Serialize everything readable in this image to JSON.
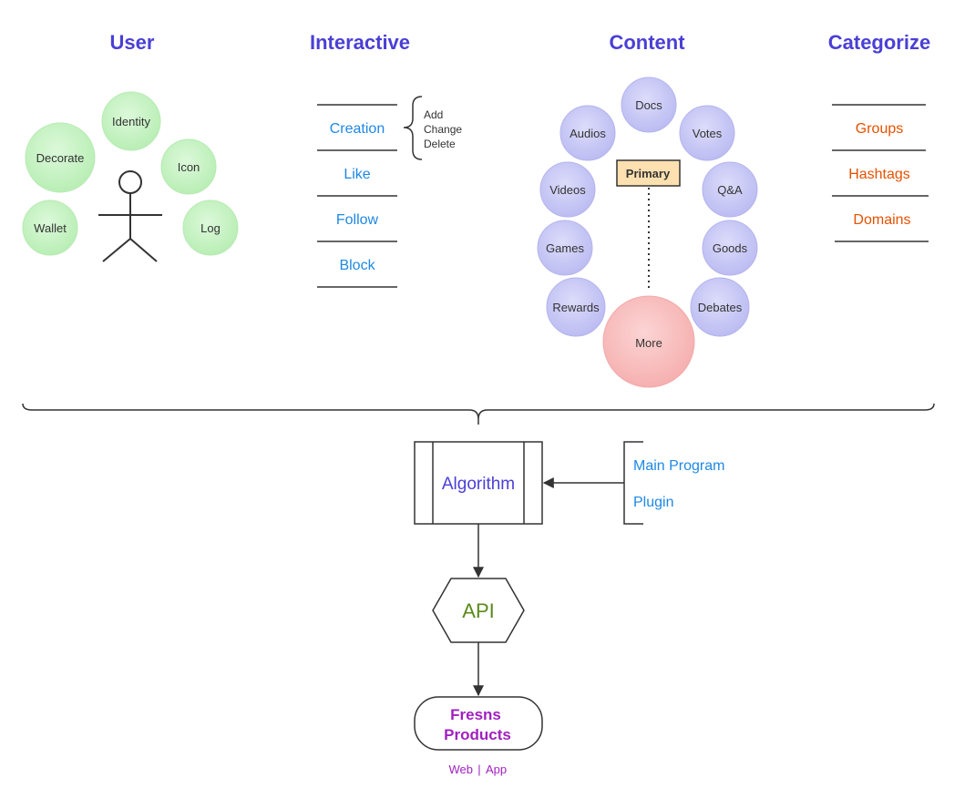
{
  "headers": {
    "user": "User",
    "interactive": "Interactive",
    "content": "Content",
    "categorize": "Categorize"
  },
  "user": {
    "bubbles": [
      {
        "key": "identity",
        "label": "Identity"
      },
      {
        "key": "decorate",
        "label": "Decorate"
      },
      {
        "key": "icon",
        "label": "Icon"
      },
      {
        "key": "wallet",
        "label": "Wallet"
      },
      {
        "key": "log",
        "label": "Log"
      }
    ]
  },
  "interactive": {
    "items": [
      {
        "key": "creation",
        "label": "Creation"
      },
      {
        "key": "like",
        "label": "Like"
      },
      {
        "key": "follow",
        "label": "Follow"
      },
      {
        "key": "block",
        "label": "Block"
      }
    ],
    "creation_ops": [
      "Add",
      "Change",
      "Delete"
    ]
  },
  "content": {
    "primary": "Primary",
    "more": "More",
    "bubbles": [
      {
        "key": "docs",
        "label": "Docs"
      },
      {
        "key": "audios",
        "label": "Audios"
      },
      {
        "key": "votes",
        "label": "Votes"
      },
      {
        "key": "videos",
        "label": "Videos"
      },
      {
        "key": "qa",
        "label": "Q&A"
      },
      {
        "key": "games",
        "label": "Games"
      },
      {
        "key": "goods",
        "label": "Goods"
      },
      {
        "key": "rewards",
        "label": "Rewards"
      },
      {
        "key": "debates",
        "label": "Debates"
      }
    ]
  },
  "categorize": {
    "items": [
      {
        "key": "groups",
        "label": "Groups"
      },
      {
        "key": "hashtags",
        "label": "Hashtags"
      },
      {
        "key": "domains",
        "label": "Domains"
      }
    ]
  },
  "flow": {
    "algorithm": "Algorithm",
    "sources": [
      "Main Program",
      "Plugin"
    ],
    "api": "API",
    "products_line1": "Fresns",
    "products_line2": "Products",
    "platform_web": "Web",
    "platform_sep": "|",
    "platform_app": "App"
  },
  "colors": {
    "header": "#4a3fd6",
    "interactive_text": "#1e88e5",
    "categorize_text": "#e65100",
    "green_fill": "#c6f2c3",
    "green_stroke": "#a8e6a3",
    "purple_fill": "#c8c8f5",
    "purple_stroke": "#a9a9ee",
    "pink_fill": "#f9c0c0",
    "primary_fill": "#fde0b0",
    "algorithm_text": "#4a3fd6",
    "source_text": "#1e88e5",
    "api_text": "#5a8a1a",
    "products_text": "#a020c0",
    "line": "#333333"
  }
}
